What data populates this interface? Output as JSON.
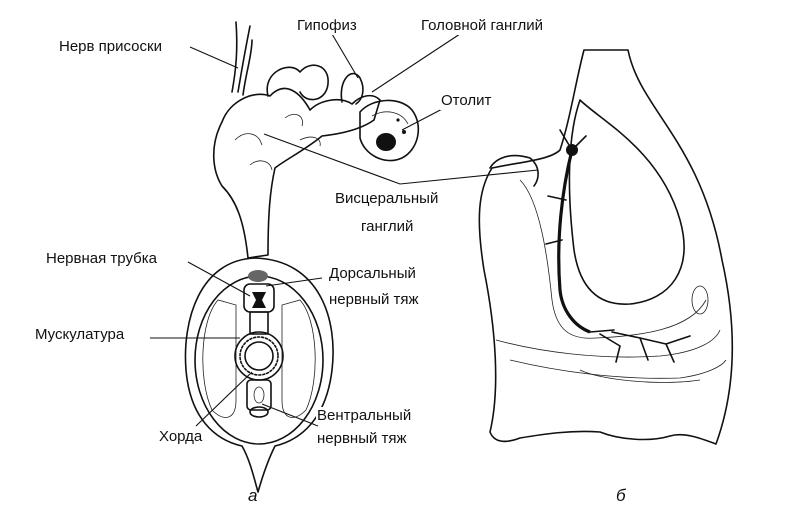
{
  "labels": {
    "sucker_nerve": "Нерв присоски",
    "pituitary": "Гипофиз",
    "head_ganglion": "Головной ганглий",
    "otolith": "Отолит",
    "visceral_ganglion_1": "Висцеральный",
    "visceral_ganglion_2": "ганглий",
    "neural_tube": "Нервная трубка",
    "dorsal_cord_1": "Дорсальный",
    "dorsal_cord_2": "нервный тяж",
    "musculature": "Мускулатура",
    "chord": "Хорда",
    "ventral_cord_1": "Вентральный",
    "ventral_cord_2": "нервный тяж"
  },
  "panels": {
    "a": "а",
    "b": "б"
  }
}
